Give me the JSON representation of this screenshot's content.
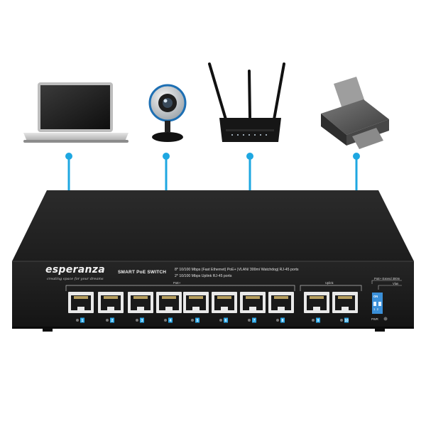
{
  "devices": [
    {
      "name": "laptop",
      "icon": "laptop-icon"
    },
    {
      "name": "webcam",
      "icon": "webcam-icon"
    },
    {
      "name": "router",
      "icon": "router-icon"
    },
    {
      "name": "printer",
      "icon": "printer-icon"
    }
  ],
  "switch": {
    "brand": "esperanza",
    "tagline": "creating space for your dreams",
    "model": "SMART PoE SWITCH",
    "spec_line1": "8* 10/100 Mbps (Fast Ethernet) PoE+ |VLAN/ 300m/ Watchdog| RJ-45 ports",
    "spec_line2": "2* 10/100 Mbps Uplink RJ-45 ports",
    "poe_label": "PoE+",
    "uplink_label": "Uplink",
    "dip_label_1": "PoE+ Extend 300m",
    "dip_label_2": "Vlan",
    "dip_on": "ON",
    "dip_numbers": "1  2",
    "pwr_label": "PWR",
    "ports": [
      "1",
      "2",
      "3",
      "4",
      "5",
      "6",
      "7",
      "8",
      "9",
      "10"
    ]
  },
  "colors": {
    "connector": "#1ea7e1",
    "switch_body": "#1b1b1b",
    "port_led": "#2aa6e6",
    "dip": "#3a8fd8"
  }
}
